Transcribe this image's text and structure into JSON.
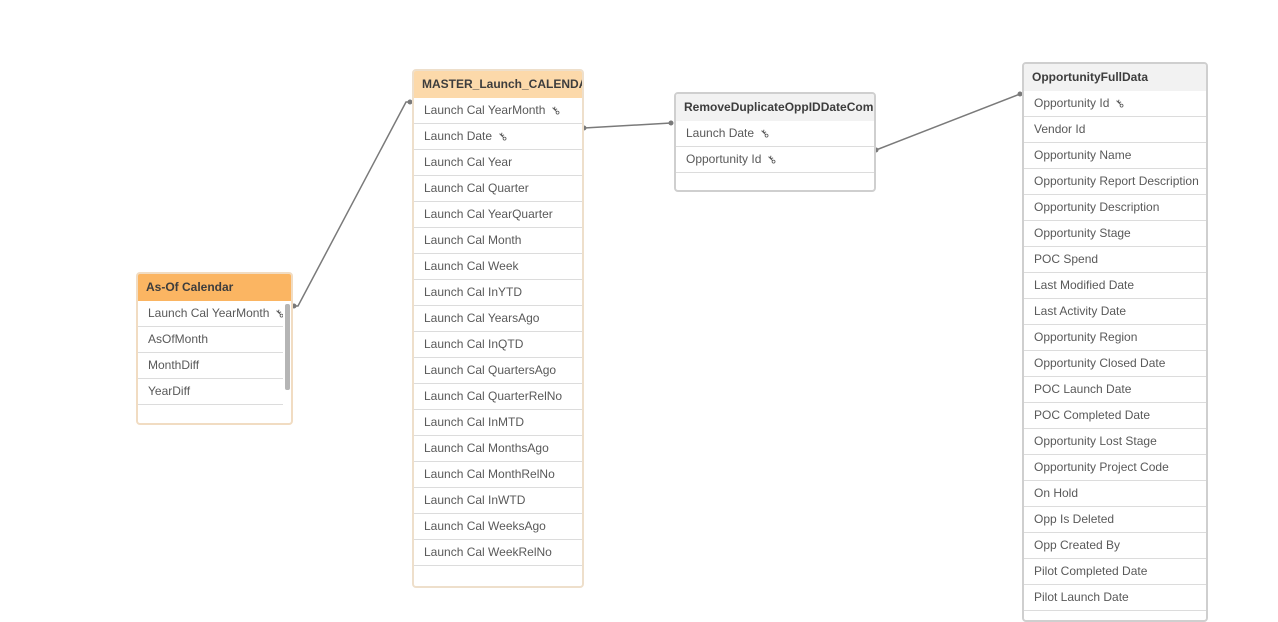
{
  "tables": {
    "asof": {
      "title": "As-Of Calendar",
      "fields": [
        "Launch Cal YearMonth",
        "AsOfMonth",
        "MonthDiff",
        "YearDiff"
      ],
      "keys": [
        true,
        false,
        false,
        false
      ]
    },
    "master": {
      "title": "MASTER_Launch_CALENDAR",
      "fields": [
        "Launch Cal YearMonth",
        "Launch Date",
        "Launch Cal Year",
        "Launch Cal Quarter",
        "Launch Cal YearQuarter",
        "Launch Cal Month",
        "Launch Cal Week",
        "Launch Cal InYTD",
        "Launch Cal YearsAgo",
        "Launch Cal InQTD",
        "Launch Cal QuartersAgo",
        "Launch Cal QuarterRelNo",
        "Launch Cal InMTD",
        "Launch Cal MonthsAgo",
        "Launch Cal MonthRelNo",
        "Launch Cal InWTD",
        "Launch Cal WeeksAgo",
        "Launch Cal WeekRelNo"
      ],
      "keys": [
        true,
        true,
        false,
        false,
        false,
        false,
        false,
        false,
        false,
        false,
        false,
        false,
        false,
        false,
        false,
        false,
        false,
        false
      ]
    },
    "remove": {
      "title": "RemoveDuplicateOppIDDateComb",
      "fields": [
        "Launch Date",
        "Opportunity Id"
      ],
      "keys": [
        true,
        true
      ]
    },
    "opp": {
      "title": "OpportunityFullData",
      "fields": [
        "Opportunity Id",
        "Vendor Id",
        "Opportunity Name",
        "Opportunity Report Description",
        "Opportunity Description",
        "Opportunity Stage",
        "POC Spend",
        "Last Modified Date",
        "Last Activity Date",
        "Opportunity Region",
        "Opportunity Closed Date",
        "POC Launch Date",
        "POC Completed Date",
        "Opportunity Lost Stage",
        "Opportunity Project Code",
        "On Hold",
        "Opp Is Deleted",
        "Opp Created By",
        "Pilot Completed Date",
        "Pilot Launch Date"
      ],
      "keys": [
        true,
        false,
        false,
        false,
        false,
        false,
        false,
        false,
        false,
        false,
        false,
        false,
        false,
        false,
        false,
        false,
        false,
        false,
        false,
        false
      ]
    }
  },
  "colors": {
    "asof_header": "#fbb562",
    "master_header": "#fcd9aa",
    "neutral_header": "#f2f2f2",
    "connector": "#7a7a7a"
  },
  "icons": {
    "key": "key-icon"
  }
}
